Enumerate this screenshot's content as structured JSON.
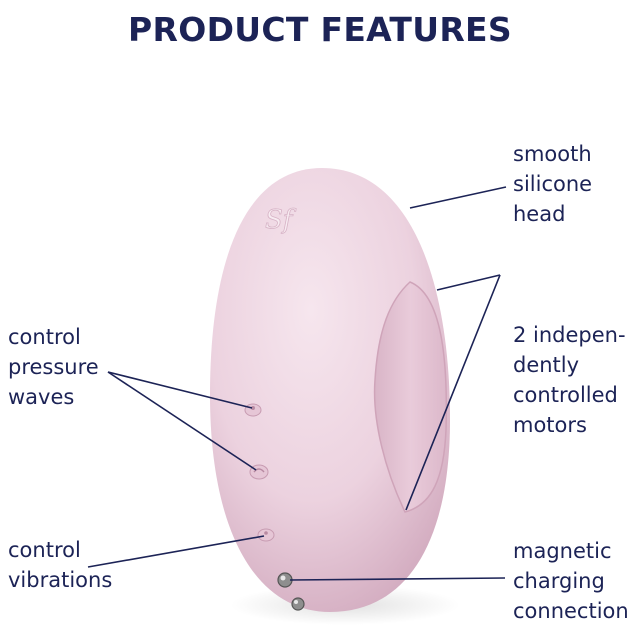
{
  "page": {
    "title": "PRODUCT FEATURES"
  },
  "features": {
    "smooth_head": [
      "smooth",
      "silicone",
      "head"
    ],
    "motors": [
      "2 indepen-",
      "dently",
      "controlled",
      "motors"
    ],
    "charging": [
      "magnetic",
      "charging",
      "connection"
    ],
    "pressure": [
      "control",
      "pressure",
      "waves"
    ],
    "vibrations": [
      "control",
      "vibrations"
    ]
  },
  "colors": {
    "title": "#1c2356",
    "text": "#1c2356",
    "body": "#ebcfdd",
    "leader_line": "#1c2356"
  },
  "product": {
    "logo_text": "Sf"
  }
}
